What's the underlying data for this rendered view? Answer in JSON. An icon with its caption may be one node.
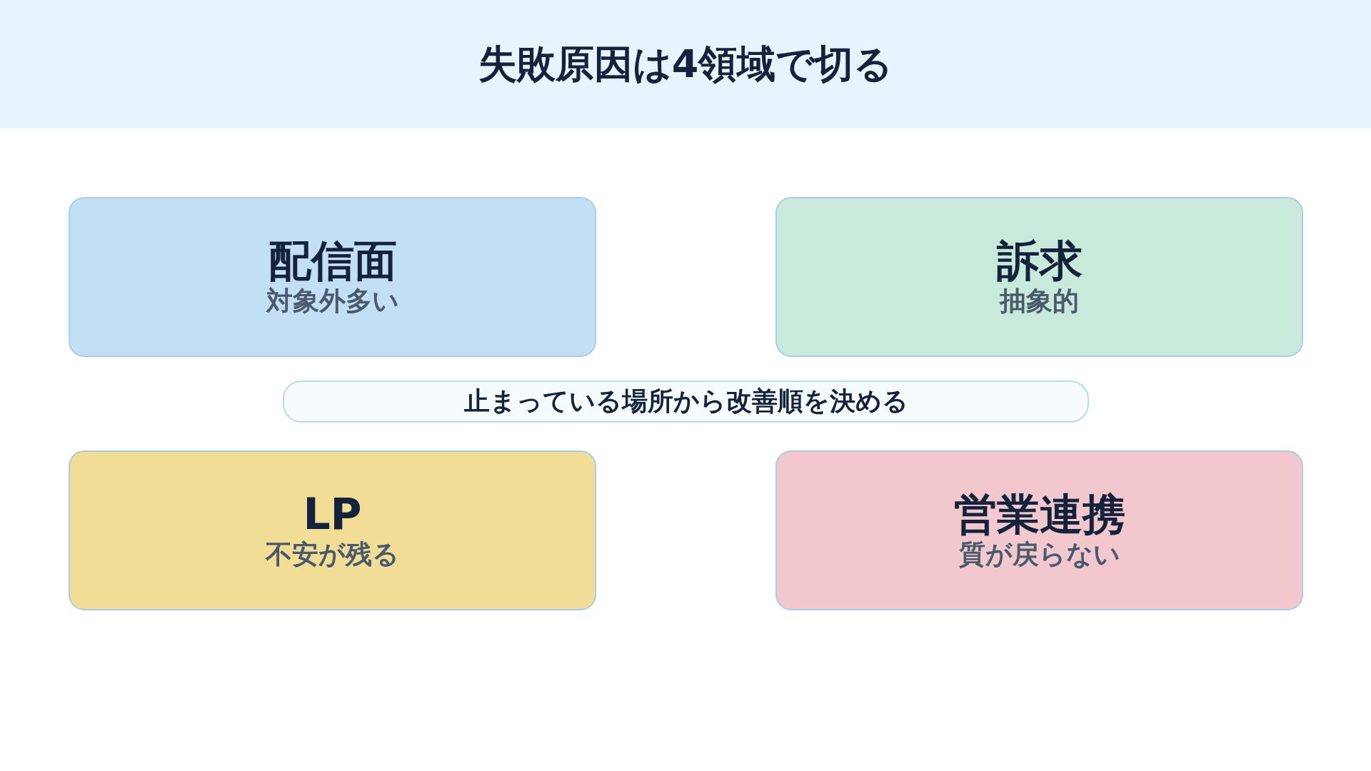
{
  "diagram": {
    "title": "失敗原因は4領域で切る",
    "nodes": [
      {
        "text": [
          "配信面",
          "対象外多い"
        ]
      },
      {
        "text": [
          "訴求",
          "抽象的"
        ]
      },
      {
        "text": [
          "止まっている場所から改善順を決める"
        ]
      },
      {
        "text": [
          "LP",
          "不安が残る"
        ]
      },
      {
        "text": [
          "営業連携",
          "質が戻らない"
        ]
      }
    ]
  }
}
